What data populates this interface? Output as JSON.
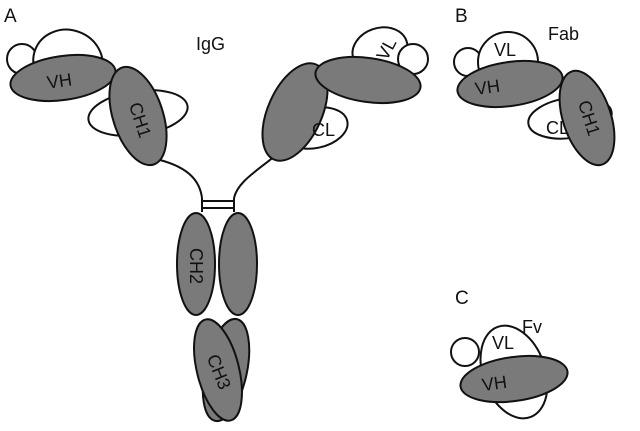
{
  "panels": {
    "a": {
      "letter": "A",
      "title": "IgG"
    },
    "b": {
      "letter": "B",
      "title": "Fab"
    },
    "c": {
      "letter": "C",
      "title": "Fv"
    }
  },
  "domains": {
    "vh": "VH",
    "vl": "VL",
    "ch1": "CH1",
    "cl": "CL",
    "ch2": "CH2",
    "ch3": "CH3"
  },
  "colors": {
    "heavy_chain": "#7a7a7a",
    "light_chain": "#ffffff",
    "outline": "#111111"
  }
}
